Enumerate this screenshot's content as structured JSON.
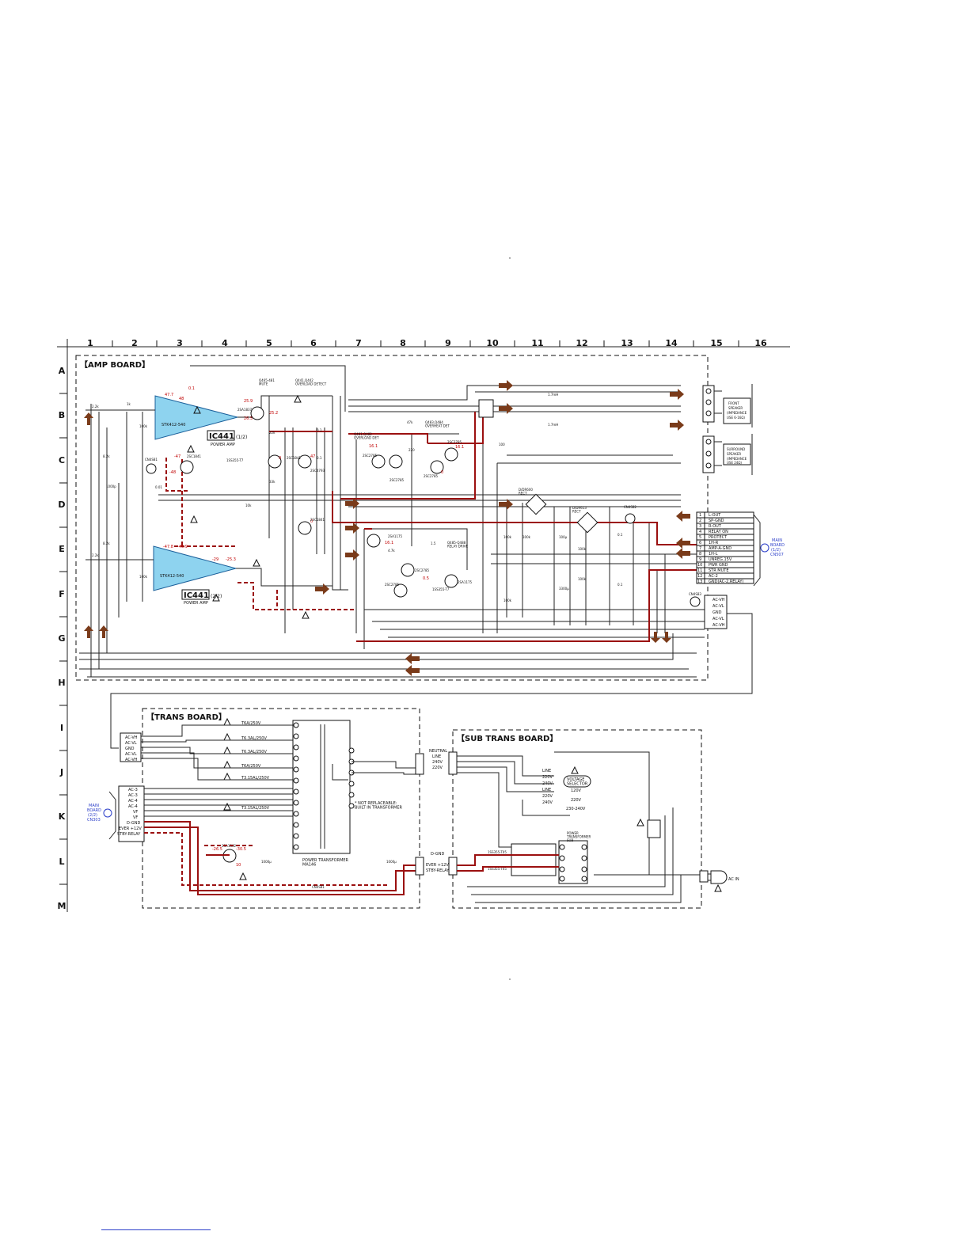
{
  "columns": [
    "1",
    "2",
    "3",
    "4",
    "5",
    "6",
    "7",
    "8",
    "9",
    "10",
    "11",
    "12",
    "13",
    "14",
    "15",
    "16"
  ],
  "rows": [
    "A",
    "B",
    "C",
    "D",
    "E",
    "F",
    "G",
    "H",
    "I",
    "J",
    "K",
    "L",
    "M"
  ],
  "boards": {
    "amp": "【AMP BOARD】",
    "trans": "【TRANS BOARD】",
    "sub_trans": "【SUB TRANS BOARD】"
  },
  "ic": {
    "upper_name": "IC441",
    "upper_sub": "(1/2)",
    "upper_desc": "POWER AMP",
    "upper_part": "STK412-540",
    "lower_name": "IC441",
    "lower_sub": "(2/2)",
    "lower_desc": "POWER AMP",
    "lower_part": "STK412-540"
  },
  "labels": {
    "mute": "Q465-481\nMUTE",
    "overload": "Q441,Q442\nOVERLOAD DETECT",
    "overload_det": "Q481,Q482\nOVERLOAD DET",
    "overheat": "Q483,Q484\nOVERHEAT DET",
    "relay_drive": "Q485-Q488\nRELAY DRIVE",
    "rect1": "D/DR600\nRECT",
    "rect2": "D/DR613\nRECT",
    "not_replaceable": "* NOT REPLACEABLE:\nBUILT IN TRANSFORMER",
    "power_transformer": "POWER TRANSFORMER\nMA146",
    "voltage_selector": "VOLTAGE\nSELECTOR",
    "power_transformer2": "POWER\nTRANSFORMER\nSUB",
    "ac_in": "AC IN"
  },
  "speakers": {
    "front": [
      "FRONT",
      "SPEAKER",
      "(IMPEDANCE",
      "USE 6-16Ω)"
    ],
    "surround": [
      "SURROUND",
      "SPEAKER",
      "(IMPEDANCE",
      "USE 24Ω)"
    ]
  },
  "connector_13p": [
    "L-OUT",
    "SP-GND",
    "R-OUT",
    "RELAY ON",
    "PROTECT",
    "1H-R",
    "AMP-A-GND",
    "1H-L",
    "UNREG.15V",
    "PWR GND",
    "STR MUTE",
    "AC-2",
    "GND(AC-2,RELAY)"
  ],
  "connector_5p_right": [
    "AC-VH",
    "AC-VL",
    "GND",
    "AC-VL",
    "AC-VH"
  ],
  "trans_left_top": [
    "AC-VH",
    "AC-VL",
    "GND",
    "AC-VL",
    "AC-VH"
  ],
  "trans_left_bottom": [
    "AC-3",
    "AC-3",
    "AC-4",
    "AC-4",
    "VF",
    "VF",
    "D-GND",
    "EVER +12V",
    "STBY-RELAY"
  ],
  "main_board_right": [
    "MAIN",
    "BOARD",
    "(1/2)",
    "CN507"
  ],
  "main_board_left": [
    "MAIN",
    "BOARD",
    "(2/2)",
    "CN303"
  ],
  "sub_trans_inputs": [
    "NEUTRAL",
    "LINE",
    "240V",
    "220V"
  ],
  "sub_trans_inputs2": [
    "D-GND",
    "EVER +12V",
    "STBY-RELAY"
  ],
  "voltage_options": [
    "LINE",
    "220V",
    "240V",
    "LINE",
    "220V",
    "240V",
    "120V",
    "220V",
    "230-240V"
  ],
  "fuses": [
    "T6A/250V",
    "T6.3AL/250V",
    "T6.3AL/250V",
    "T6A/250V",
    "T3.15AL/250V",
    "T3.15AL/250V"
  ],
  "sub_diodes": [
    "1SS355-T05",
    "1SS355-T05",
    "1SS355-T05",
    "1SS355-T05"
  ],
  "red_voltages": [
    "47.7",
    "48",
    "0.1",
    "25.9",
    "26.5",
    "25.2",
    "0",
    "47",
    "0",
    "16.1",
    "16.1",
    "0",
    "0.5",
    "-47",
    "-48",
    "-47.8",
    "-45.9",
    "-29",
    "-25.3",
    "-26.5",
    "-30.5",
    "10",
    "16.1"
  ],
  "part_refs": [
    "2SA1837",
    "2SC4793",
    "2SC1841",
    "1SS355-T7",
    "2SC2785",
    "2SA1175",
    "2SC2785",
    "2SC2785",
    "2SC2785",
    "1SS355-T7",
    "2SC2785",
    "2SA1175",
    "2SA1302",
    "CN4S81",
    "CN4S82",
    "CN4S83"
  ],
  "small_values": [
    "2.2k",
    "100k",
    "1k",
    "8.2k",
    "22k",
    "33k",
    "47k",
    "0.01",
    "0.1",
    "10k",
    "100",
    "220",
    "4.7k",
    "1.7mH",
    "1000p",
    "100μ",
    "3300μ",
    "1000μ",
    "1.5"
  ]
}
